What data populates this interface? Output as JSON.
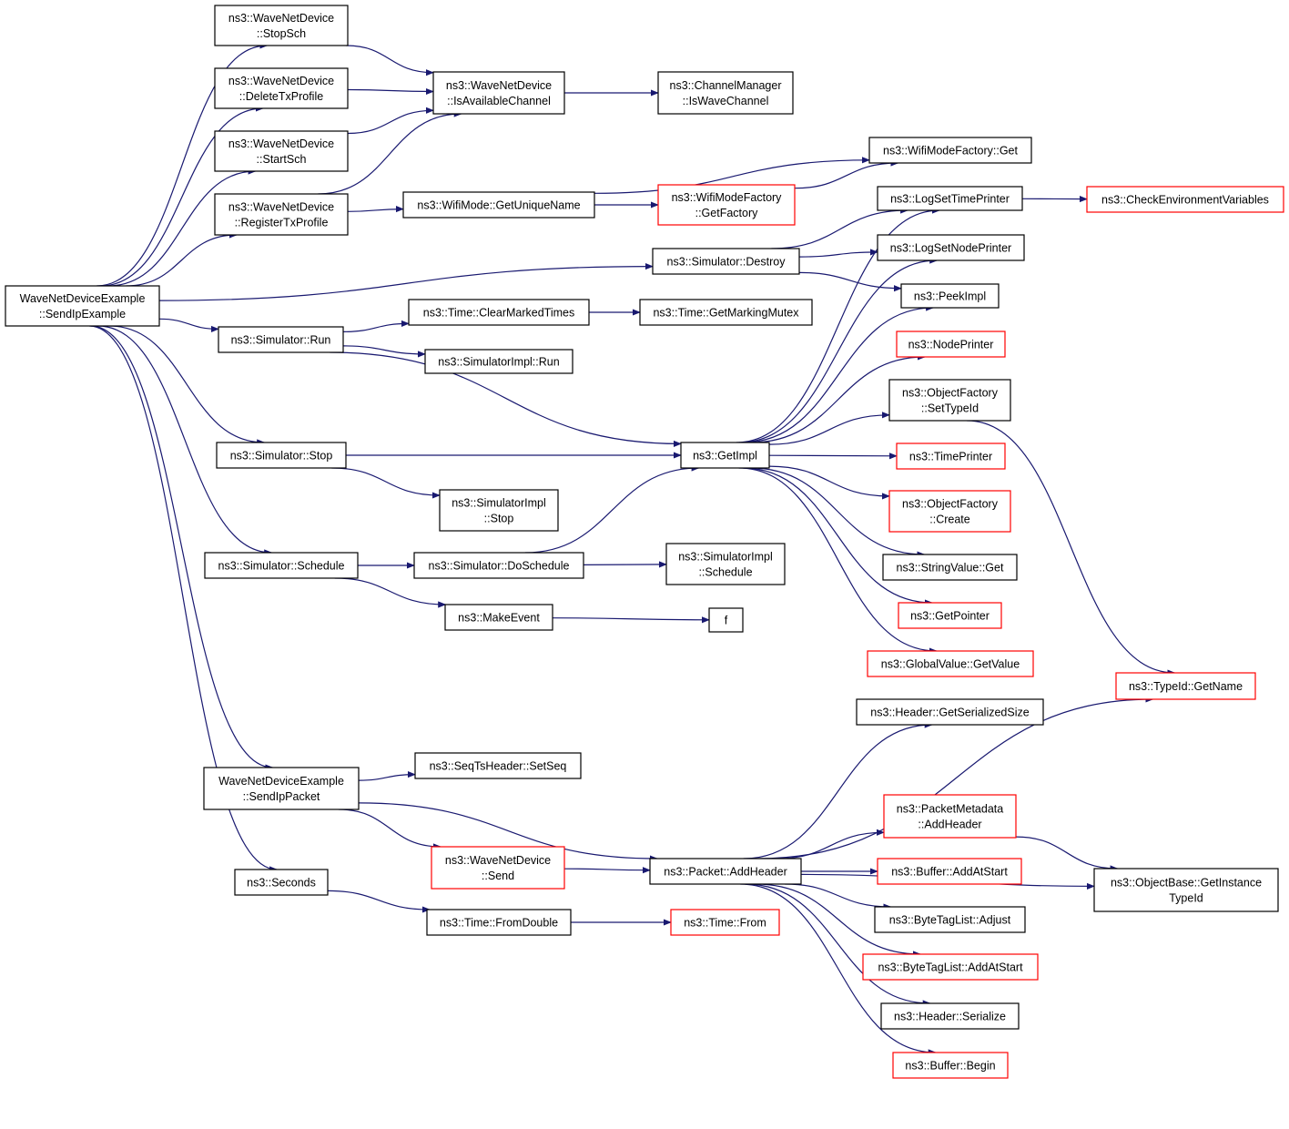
{
  "colors": {
    "edge": "#191970",
    "border_normal": "#000000",
    "border_truncated": "#ff0000",
    "root_fill": "#bfbfbf",
    "node_fill": "#ffffff"
  },
  "graph": {
    "nodes": [
      {
        "id": "root",
        "lines": [
          "WaveNetDeviceExample",
          "::SendIpExample"
        ],
        "style": "root"
      },
      {
        "id": "stopsch",
        "lines": [
          "ns3::WaveNetDevice",
          "::StopSch"
        ],
        "style": "normal"
      },
      {
        "id": "deletetx",
        "lines": [
          "ns3::WaveNetDevice",
          "::DeleteTxProfile"
        ],
        "style": "normal"
      },
      {
        "id": "startsch",
        "lines": [
          "ns3::WaveNetDevice",
          "::StartSch"
        ],
        "style": "normal"
      },
      {
        "id": "registertx",
        "lines": [
          "ns3::WaveNetDevice",
          "::RegisterTxProfile"
        ],
        "style": "normal"
      },
      {
        "id": "isavail",
        "lines": [
          "ns3::WaveNetDevice",
          "::IsAvailableChannel"
        ],
        "style": "normal"
      },
      {
        "id": "iswave",
        "lines": [
          "ns3::ChannelManager",
          "::IsWaveChannel"
        ],
        "style": "normal"
      },
      {
        "id": "wmfget",
        "lines": [
          "ns3::WifiModeFactory::Get"
        ],
        "style": "normal"
      },
      {
        "id": "getuniq",
        "lines": [
          "ns3::WifiMode::GetUniqueName"
        ],
        "style": "normal"
      },
      {
        "id": "getfactory",
        "lines": [
          "ns3::WifiModeFactory",
          "::GetFactory"
        ],
        "style": "truncated"
      },
      {
        "id": "logtime",
        "lines": [
          "ns3::LogSetTimePrinter"
        ],
        "style": "normal"
      },
      {
        "id": "checkenv",
        "lines": [
          "ns3::CheckEnvironmentVariables"
        ],
        "style": "truncated"
      },
      {
        "id": "destroy",
        "lines": [
          "ns3::Simulator::Destroy"
        ],
        "style": "normal"
      },
      {
        "id": "lognode",
        "lines": [
          "ns3::LogSetNodePrinter"
        ],
        "style": "normal"
      },
      {
        "id": "peekimpl",
        "lines": [
          "ns3::PeekImpl"
        ],
        "style": "normal"
      },
      {
        "id": "clearmarked",
        "lines": [
          "ns3::Time::ClearMarkedTimes"
        ],
        "style": "normal"
      },
      {
        "id": "markingmutex",
        "lines": [
          "ns3::Time::GetMarkingMutex"
        ],
        "style": "normal"
      },
      {
        "id": "simrun",
        "lines": [
          "ns3::Simulator::Run"
        ],
        "style": "normal"
      },
      {
        "id": "simimplrun",
        "lines": [
          "ns3::SimulatorImpl::Run"
        ],
        "style": "normal"
      },
      {
        "id": "nodeprinter",
        "lines": [
          "ns3::NodePrinter"
        ],
        "style": "truncated"
      },
      {
        "id": "setTypeId",
        "lines": [
          "ns3::ObjectFactory",
          "::SetTypeId"
        ],
        "style": "normal"
      },
      {
        "id": "simstop",
        "lines": [
          "ns3::Simulator::Stop"
        ],
        "style": "normal"
      },
      {
        "id": "getimpl",
        "lines": [
          "ns3::GetImpl"
        ],
        "style": "normal"
      },
      {
        "id": "timeprinter",
        "lines": [
          "ns3::TimePrinter"
        ],
        "style": "truncated"
      },
      {
        "id": "ofcreate",
        "lines": [
          "ns3::ObjectFactory",
          "::Create"
        ],
        "style": "truncated"
      },
      {
        "id": "simimplstop",
        "lines": [
          "ns3::SimulatorImpl",
          "::Stop"
        ],
        "style": "normal"
      },
      {
        "id": "stringget",
        "lines": [
          "ns3::StringValue::Get"
        ],
        "style": "normal"
      },
      {
        "id": "simschedule",
        "lines": [
          "ns3::Simulator::Schedule"
        ],
        "style": "normal"
      },
      {
        "id": "doschedule",
        "lines": [
          "ns3::Simulator::DoSchedule"
        ],
        "style": "normal"
      },
      {
        "id": "simimplsched",
        "lines": [
          "ns3::SimulatorImpl",
          "::Schedule"
        ],
        "style": "normal"
      },
      {
        "id": "getpointer",
        "lines": [
          "ns3::GetPointer"
        ],
        "style": "truncated"
      },
      {
        "id": "makeevent",
        "lines": [
          "ns3::MakeEvent"
        ],
        "style": "normal"
      },
      {
        "id": "f",
        "lines": [
          "f"
        ],
        "style": "normal"
      },
      {
        "id": "gvgetvalue",
        "lines": [
          "ns3::GlobalValue::GetValue"
        ],
        "style": "truncated"
      },
      {
        "id": "typeidname",
        "lines": [
          "ns3::TypeId::GetName"
        ],
        "style": "truncated"
      },
      {
        "id": "hdrsize",
        "lines": [
          "ns3::Header::GetSerializedSize"
        ],
        "style": "normal"
      },
      {
        "id": "setseq",
        "lines": [
          "ns3::SeqTsHeader::SetSeq"
        ],
        "style": "normal"
      },
      {
        "id": "sendippacket",
        "lines": [
          "WaveNetDeviceExample",
          "::SendIpPacket"
        ],
        "style": "normal"
      },
      {
        "id": "pmaddheader",
        "lines": [
          "ns3::PacketMetadata",
          "::AddHeader"
        ],
        "style": "truncated"
      },
      {
        "id": "wndsend",
        "lines": [
          "ns3::WaveNetDevice",
          "::Send"
        ],
        "style": "truncated"
      },
      {
        "id": "addheader",
        "lines": [
          "ns3::Packet::AddHeader"
        ],
        "style": "normal"
      },
      {
        "id": "bufaddstart",
        "lines": [
          "ns3::Buffer::AddAtStart"
        ],
        "style": "truncated"
      },
      {
        "id": "objbase",
        "lines": [
          "ns3::ObjectBase::GetInstance",
          "TypeId"
        ],
        "style": "normal"
      },
      {
        "id": "seconds",
        "lines": [
          "ns3::Seconds"
        ],
        "style": "normal"
      },
      {
        "id": "btladjust",
        "lines": [
          "ns3::ByteTagList::Adjust"
        ],
        "style": "normal"
      },
      {
        "id": "fromdouble",
        "lines": [
          "ns3::Time::FromDouble"
        ],
        "style": "normal"
      },
      {
        "id": "timefrom",
        "lines": [
          "ns3::Time::From"
        ],
        "style": "truncated"
      },
      {
        "id": "btladdstart",
        "lines": [
          "ns3::ByteTagList::AddAtStart"
        ],
        "style": "truncated"
      },
      {
        "id": "hdrserialize",
        "lines": [
          "ns3::Header::Serialize"
        ],
        "style": "normal"
      },
      {
        "id": "bufbegin",
        "lines": [
          "ns3::Buffer::Begin"
        ],
        "style": "truncated"
      }
    ],
    "edges": [
      [
        "root",
        "stopsch"
      ],
      [
        "root",
        "deletetx"
      ],
      [
        "root",
        "startsch"
      ],
      [
        "root",
        "registertx"
      ],
      [
        "root",
        "destroy"
      ],
      [
        "root",
        "simrun"
      ],
      [
        "root",
        "simstop"
      ],
      [
        "root",
        "simschedule"
      ],
      [
        "root",
        "sendippacket"
      ],
      [
        "root",
        "seconds"
      ],
      [
        "stopsch",
        "isavail"
      ],
      [
        "deletetx",
        "isavail"
      ],
      [
        "startsch",
        "isavail"
      ],
      [
        "registertx",
        "isavail"
      ],
      [
        "isavail",
        "iswave"
      ],
      [
        "registertx",
        "getuniq"
      ],
      [
        "getuniq",
        "wmfget"
      ],
      [
        "getuniq",
        "getfactory"
      ],
      [
        "getfactory",
        "wmfget"
      ],
      [
        "destroy",
        "logtime"
      ],
      [
        "destroy",
        "lognode"
      ],
      [
        "destroy",
        "peekimpl"
      ],
      [
        "logtime",
        "checkenv"
      ],
      [
        "simrun",
        "clearmarked"
      ],
      [
        "clearmarked",
        "markingmutex"
      ],
      [
        "simrun",
        "simimplrun"
      ],
      [
        "simrun",
        "getimpl"
      ],
      [
        "simstop",
        "getimpl"
      ],
      [
        "simstop",
        "simimplstop"
      ],
      [
        "simschedule",
        "doschedule"
      ],
      [
        "simschedule",
        "makeevent"
      ],
      [
        "doschedule",
        "getimpl"
      ],
      [
        "doschedule",
        "simimplsched"
      ],
      [
        "makeevent",
        "f"
      ],
      [
        "getimpl",
        "logtime"
      ],
      [
        "getimpl",
        "lognode"
      ],
      [
        "getimpl",
        "peekimpl"
      ],
      [
        "getimpl",
        "nodeprinter"
      ],
      [
        "getimpl",
        "setTypeId"
      ],
      [
        "getimpl",
        "timeprinter"
      ],
      [
        "getimpl",
        "ofcreate"
      ],
      [
        "getimpl",
        "stringget"
      ],
      [
        "getimpl",
        "getpointer"
      ],
      [
        "getimpl",
        "gvgetvalue"
      ],
      [
        "setTypeId",
        "typeidname"
      ],
      [
        "sendippacket",
        "setseq"
      ],
      [
        "sendippacket",
        "addheader"
      ],
      [
        "sendippacket",
        "wndsend"
      ],
      [
        "wndsend",
        "addheader"
      ],
      [
        "addheader",
        "hdrsize"
      ],
      [
        "addheader",
        "typeidname"
      ],
      [
        "addheader",
        "pmaddheader"
      ],
      [
        "addheader",
        "bufaddstart"
      ],
      [
        "addheader",
        "btladjust"
      ],
      [
        "addheader",
        "btladdstart"
      ],
      [
        "addheader",
        "hdrserialize"
      ],
      [
        "addheader",
        "bufbegin"
      ],
      [
        "addheader",
        "objbase"
      ],
      [
        "pmaddheader",
        "objbase"
      ],
      [
        "seconds",
        "fromdouble"
      ],
      [
        "fromdouble",
        "timefrom"
      ]
    ]
  }
}
